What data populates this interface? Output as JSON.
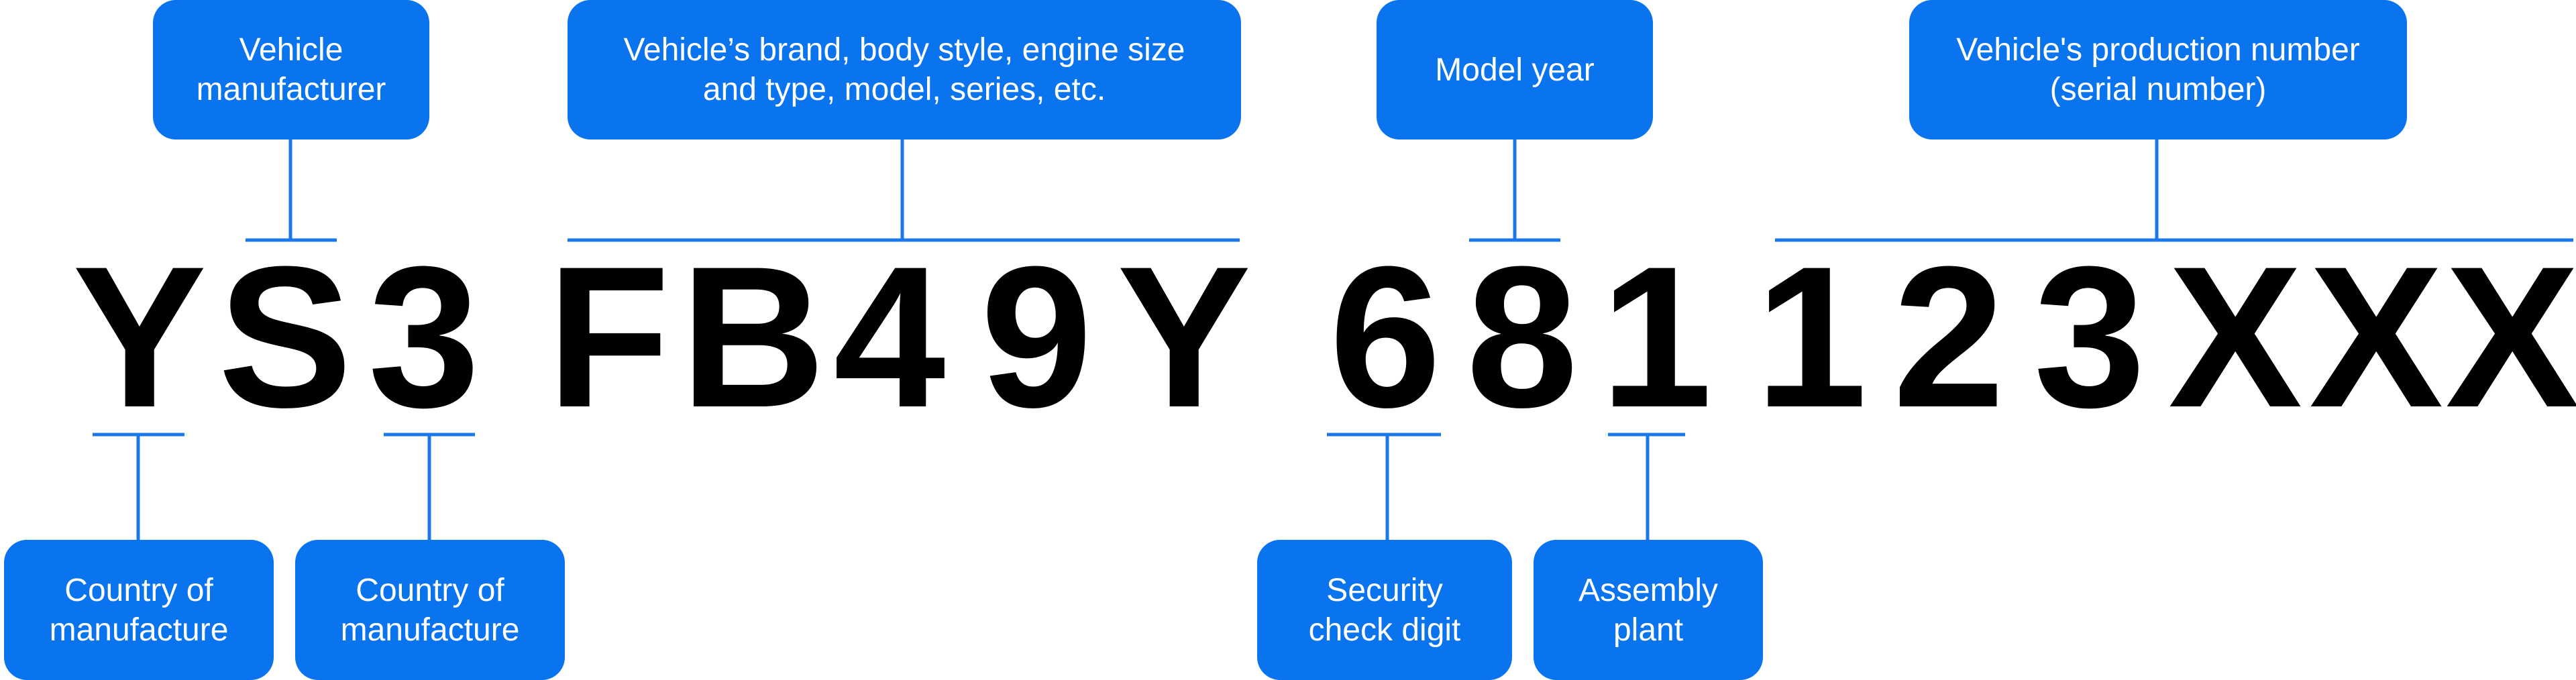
{
  "accent_color": "#0a74ee",
  "line_color": "#1a78ea",
  "vin_characters": [
    "Y",
    "S",
    "3",
    "F",
    "B",
    "4",
    "9",
    "Y",
    "6",
    "8",
    "1",
    "1",
    "2",
    "3",
    "X",
    "X",
    "X"
  ],
  "callouts": {
    "manufacturer": [
      "Vehicle",
      "manufacturer"
    ],
    "descriptor": [
      "Vehicle’s brand, body style, engine size",
      "and type, model, series, etc."
    ],
    "model_year": [
      "Model year"
    ],
    "serial": [
      "Vehicle's production number",
      "(serial number)"
    ],
    "country_1": [
      "Country of",
      "manufacture"
    ],
    "country_2": [
      "Country of",
      "manufacture"
    ],
    "check_digit": [
      "Security",
      "check digit"
    ],
    "plant": [
      "Assembly",
      "plant"
    ]
  }
}
